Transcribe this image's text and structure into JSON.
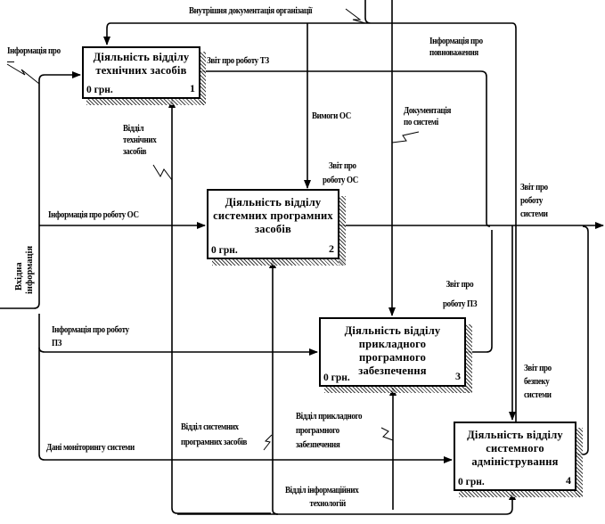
{
  "diagram": {
    "type": "IDEF0",
    "boxes": [
      {
        "id": 1,
        "title": [
          "Діяльність відділу",
          "технічних засобів"
        ],
        "cost": "0 грн.",
        "number": "1"
      },
      {
        "id": 2,
        "title": [
          "Діяльність відділу",
          "системних програмних",
          "засобів"
        ],
        "cost": "0 грн.",
        "number": "2"
      },
      {
        "id": 3,
        "title": [
          "Діяльність відділу",
          "прикладного програмного",
          "забезпечення"
        ],
        "cost": "0 грн.",
        "number": "3"
      },
      {
        "id": 4,
        "title": [
          "Діяльність відділу",
          "системного",
          "адміністрування"
        ],
        "cost": "0 грн.",
        "number": "4"
      }
    ],
    "labels": {
      "internal_docs": "Внутрішня документація організації",
      "info_about": "Інформація про",
      "report_tz": "Звіт про роботу ТЗ",
      "info_powers": [
        "Інформація про",
        "повноваження"
      ],
      "os_requirements": "Вимоги ОС",
      "system_docs": [
        "Документація",
        "по системі"
      ],
      "dept_tech": [
        "Відділ",
        "технічних",
        "засобів"
      ],
      "report_os": [
        "Звіт про",
        "роботу ОС"
      ],
      "info_os": "Інформація про роботу ОС",
      "report_system": [
        "Звіт про",
        "роботу",
        "системи"
      ],
      "input_info": [
        "Вхідна",
        "інформація"
      ],
      "report_pz": [
        "Звіт про",
        "роботу ПЗ"
      ],
      "info_pz": [
        "Інформація про роботу",
        "ПЗ"
      ],
      "report_security": [
        "Звіт про",
        "безпеку",
        "системи"
      ],
      "dept_sys_soft": [
        "Відділ системних",
        "програмних засобів"
      ],
      "dept_app_soft": [
        "Відділ прикладного",
        "програмного",
        "забезпечення"
      ],
      "monitoring": "Дані моніторингу системи",
      "dept_it": [
        "Відділ інформаційних",
        "технологій"
      ]
    }
  }
}
